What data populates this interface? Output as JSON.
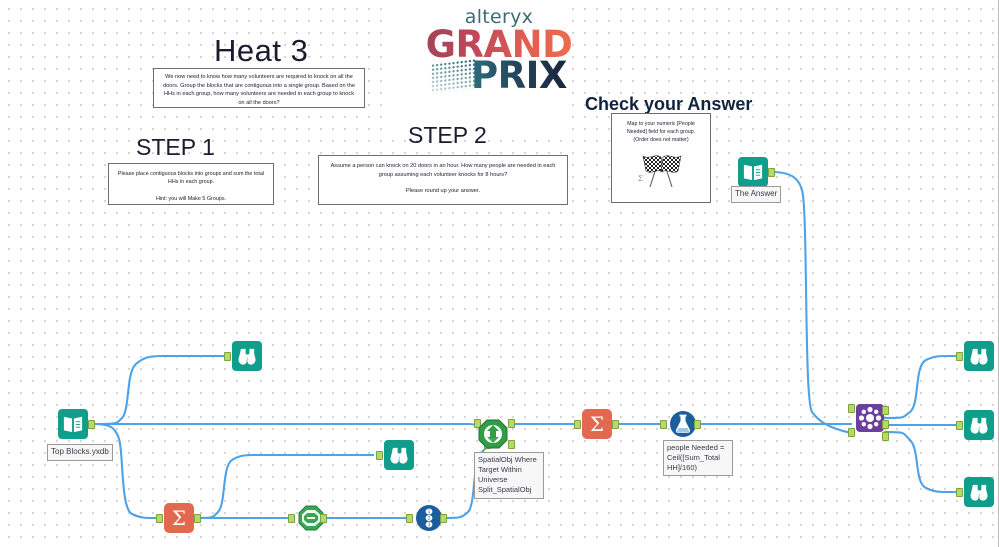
{
  "app": {
    "name": "Alteryx Designer Canvas",
    "canvas_background": "#ffffff",
    "wire_color": "#4da2e8"
  },
  "branding": {
    "alteryx": "alteryx",
    "grand": "GRAND",
    "prix": "PRIX",
    "alteryx_color": "#3f6b76",
    "grand_color": "#c2485a",
    "prix_color": "#18253c"
  },
  "headings": {
    "heat": "Heat 3",
    "step1": "STEP 1",
    "step2": "STEP 2",
    "check": "Check your Answer"
  },
  "comments": {
    "intro": "We now need to know how many volunteers are required to knock on all the doors. Group the blocks that are contiguous into a single group. Based on the HHs in each group, how many volunteers are needed in each group to knock on all the doors?",
    "step1_body": "Please place contiguous blocks into groups and sum the total HHs in each group.",
    "step1_hint": "Hint: you will Make 5 Groups.",
    "step2_body": "Assume a person can knock on 20 doors in an hour. How many people are needed in each group assuming each volunteer knocks for 8 hours?",
    "step2_hint": "Please round up your answer.",
    "check_body": "Map to your numeric [People Needed] field for each group.\n(Order does not matter)"
  },
  "tools": {
    "input_top_blocks": {
      "label": "Top Blocks.yxdb",
      "icon": "input-data-icon",
      "color": "#0f9d8c"
    },
    "input_the_answer": {
      "label": "The Answer",
      "icon": "input-data-icon",
      "color": "#0f9d8c"
    },
    "spatial_match": {
      "annotation": "SpatialObj Where\nTarget Within\nUniverse\nSplit_SpatialObj",
      "icon": "spatial-match-icon",
      "color": "#2f9e44"
    },
    "formula": {
      "annotation": "people Needed =\nCeil([Sum_Total\nHH]/160)",
      "icon": "formula-icon",
      "color": "#1c5d9e"
    },
    "summarize_top": {
      "icon": "summarize-sigma-icon",
      "color": "#e2694f"
    },
    "summarize_bottom": {
      "icon": "summarize-sigma-icon",
      "color": "#e2694f"
    },
    "make_group": {
      "icon": "make-group-icon",
      "color": "#2f9e44"
    },
    "record_id": {
      "icon": "record-id-icon",
      "color": "#1c5d9e"
    },
    "join": {
      "icon": "join-icon",
      "color": "#6b3fa0",
      "outputs": [
        "L",
        "J",
        "R"
      ]
    },
    "browse_tools": [
      {
        "name": "browse-upper-left",
        "icon": "browse-binoculars-icon"
      },
      {
        "name": "browse-mid-left",
        "icon": "browse-binoculars-icon"
      },
      {
        "name": "browse-mid-center",
        "icon": "browse-binoculars-icon"
      },
      {
        "name": "browse-right-top",
        "icon": "browse-binoculars-icon"
      },
      {
        "name": "browse-right-middle",
        "icon": "browse-binoculars-icon"
      },
      {
        "name": "browse-right-bottom",
        "icon": "browse-binoculars-icon"
      }
    ]
  }
}
